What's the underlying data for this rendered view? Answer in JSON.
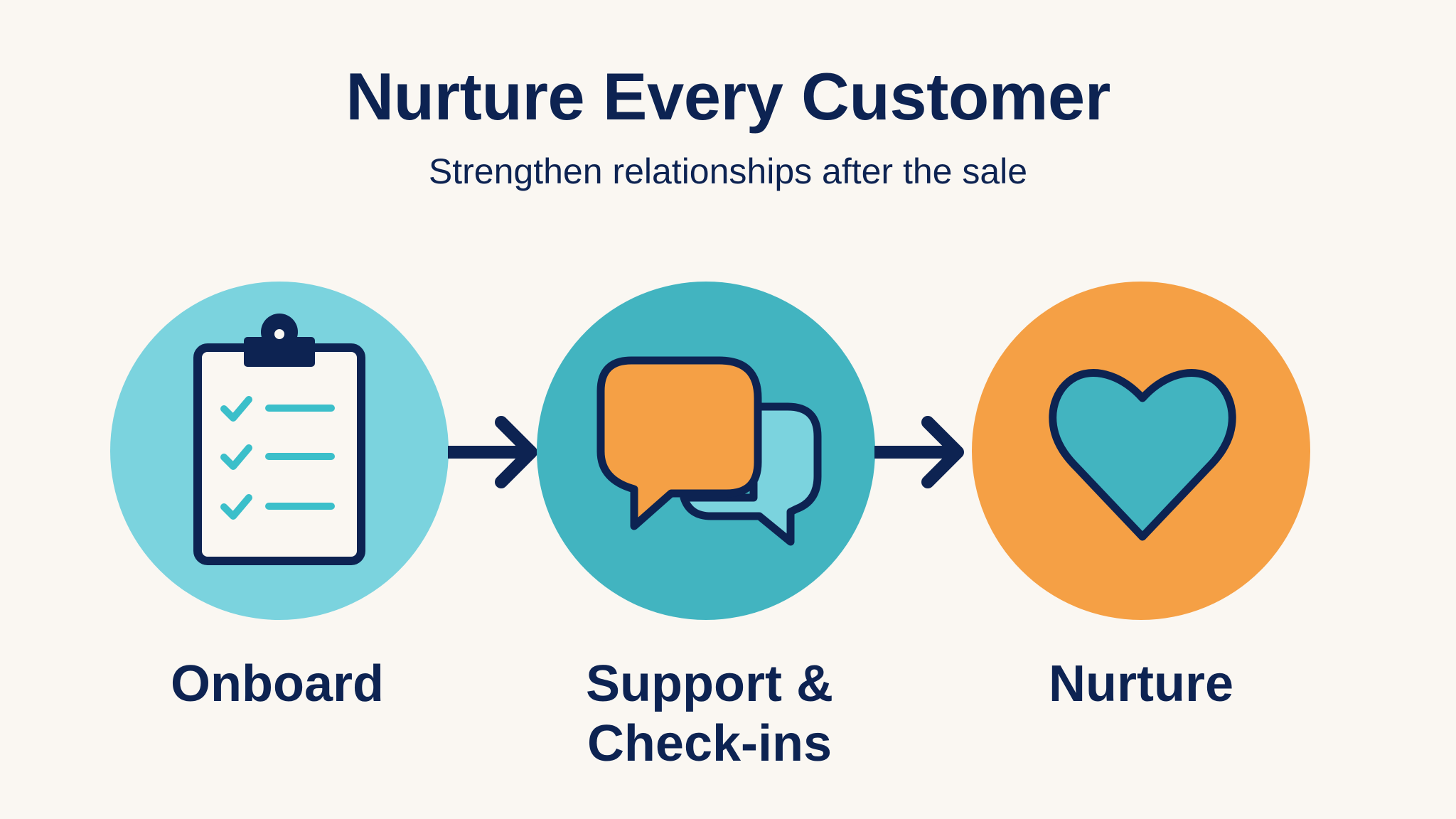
{
  "header": {
    "title": "Nurture Every Customer",
    "subtitle": "Strengthen relationships after the sale"
  },
  "colors": {
    "background": "#faf7f2",
    "navy": "#0d2352",
    "light_teal": "#7bd3de",
    "teal": "#42b4c0",
    "orange": "#f5a045",
    "check_teal": "#3bbfca",
    "paper": "#faf7f2"
  },
  "steps": [
    {
      "label": "Onboard",
      "icon": "clipboard-checklist-icon",
      "circle_color": "#7bd3de"
    },
    {
      "label_line1": "Support &",
      "label_line2": "Check-ins",
      "icon": "chat-bubbles-icon",
      "circle_color": "#42b4c0"
    },
    {
      "label": "Nurture",
      "icon": "heart-icon",
      "circle_color": "#f5a045"
    }
  ],
  "connectors": [
    {
      "icon": "arrow-right-icon"
    },
    {
      "icon": "arrow-right-icon"
    }
  ]
}
